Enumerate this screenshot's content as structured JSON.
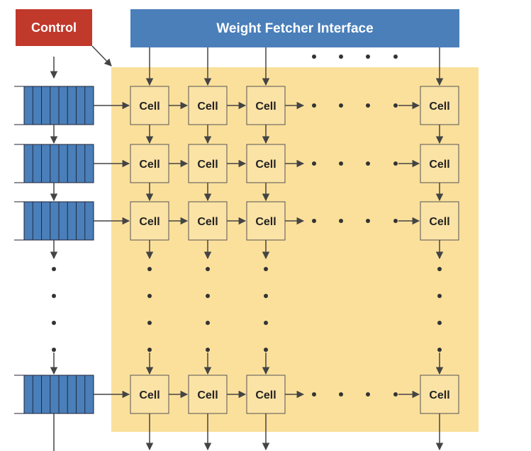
{
  "control": {
    "label": "Control",
    "color": "#c0392b"
  },
  "weight_fetcher": {
    "label": "Weight Fetcher Interface",
    "color": "#4a7fb9"
  },
  "array": {
    "background": "#fbe09b",
    "cell_fill": "#fbe3a6",
    "cell_label": "Cell"
  },
  "fifo": {
    "color": "#4a7fb9"
  },
  "ellipsis": "• • • •"
}
